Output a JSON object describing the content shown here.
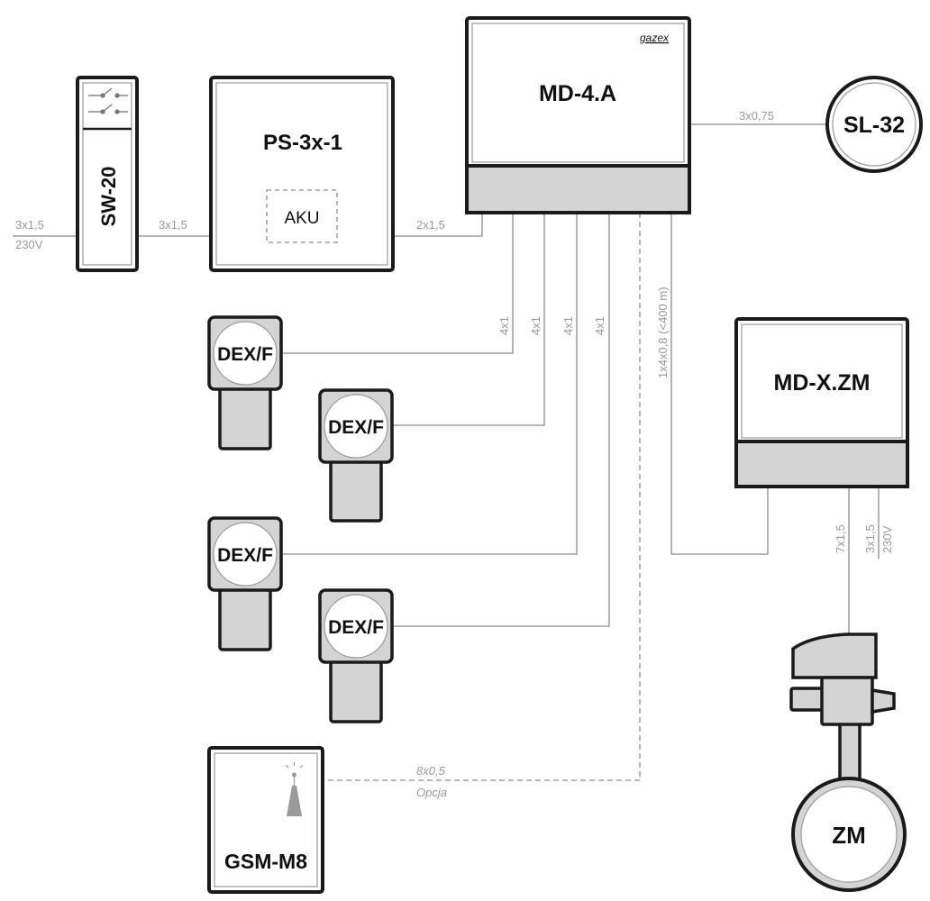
{
  "devices": {
    "sw20": "SW-20",
    "ps": "PS-3x-1",
    "aku": "AKU",
    "md4a": "MD-4.A",
    "brand": "gazex",
    "sl32": "SL-32",
    "mdx": "MD-X.ZM",
    "zm": "ZM",
    "gsm": "GSM-M8",
    "dex": [
      "DEX/F",
      "DEX/F",
      "DEX/F",
      "DEX/F"
    ]
  },
  "wires": {
    "mains_cable": "3x1,5",
    "mains_voltage": "230V",
    "sw_to_ps": "3x1,5",
    "ps_to_md": "2x1,5",
    "md_to_sl": "3x0,75",
    "dex_cables": [
      "4x1",
      "4x1",
      "4x1",
      "4x1"
    ],
    "md_to_mdx": "1x4x0,8 (<400 m)",
    "mdx_to_zm": "7x1,5",
    "mdx_power_cable": "3x1,5",
    "mdx_power_voltage": "230V",
    "gsm_cable": "8x0,5",
    "gsm_option": "Opcja"
  }
}
